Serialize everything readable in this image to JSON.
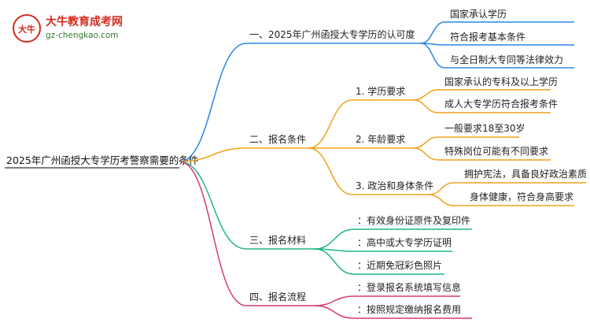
{
  "logo": {
    "title": "大牛教育成考网",
    "url": "gz-chengkao.com",
    "badge_text": "大牛"
  },
  "root": {
    "label": "2025年广州函授大专学历考警察需要的条件"
  },
  "colors": {
    "branch1": "#2b86e8",
    "branch2": "#f0a21b",
    "branch3": "#1fb57d",
    "branch4": "#d63a6c",
    "root_underline": "#555555"
  },
  "branches": [
    {
      "label": "一、2025年广州函授大专学历的认可度",
      "children": [
        {
          "label": "国家承认学历"
        },
        {
          "label": "符合报考基本条件"
        },
        {
          "label": "与全日制大专同等法律效力"
        }
      ]
    },
    {
      "label": "二、报名条件",
      "children": [
        {
          "label": "1. 学历要求",
          "children": [
            {
              "label": "国家承认的专科及以上学历"
            },
            {
              "label": "成人大专学历符合报考条件"
            }
          ]
        },
        {
          "label": "2. 年龄要求",
          "children": [
            {
              "label": "一般要求18至30岁"
            },
            {
              "label": "特殊岗位可能有不同要求"
            }
          ]
        },
        {
          "label": "3. 政治和身体条件",
          "children": [
            {
              "label": "拥护宪法，具备良好政治素质"
            },
            {
              "label": "身体健康，符合身高要求"
            }
          ]
        }
      ]
    },
    {
      "label": "三、报名材料",
      "children": [
        {
          "label": "：有效身份证原件及复印件"
        },
        {
          "label": "：高中或大专学历证明"
        },
        {
          "label": "：近期免冠彩色照片"
        }
      ]
    },
    {
      "label": "四、报名流程",
      "children": [
        {
          "label": "：登录报名系统填写信息"
        },
        {
          "label": "：按照规定缴纳报名费用"
        }
      ]
    }
  ]
}
